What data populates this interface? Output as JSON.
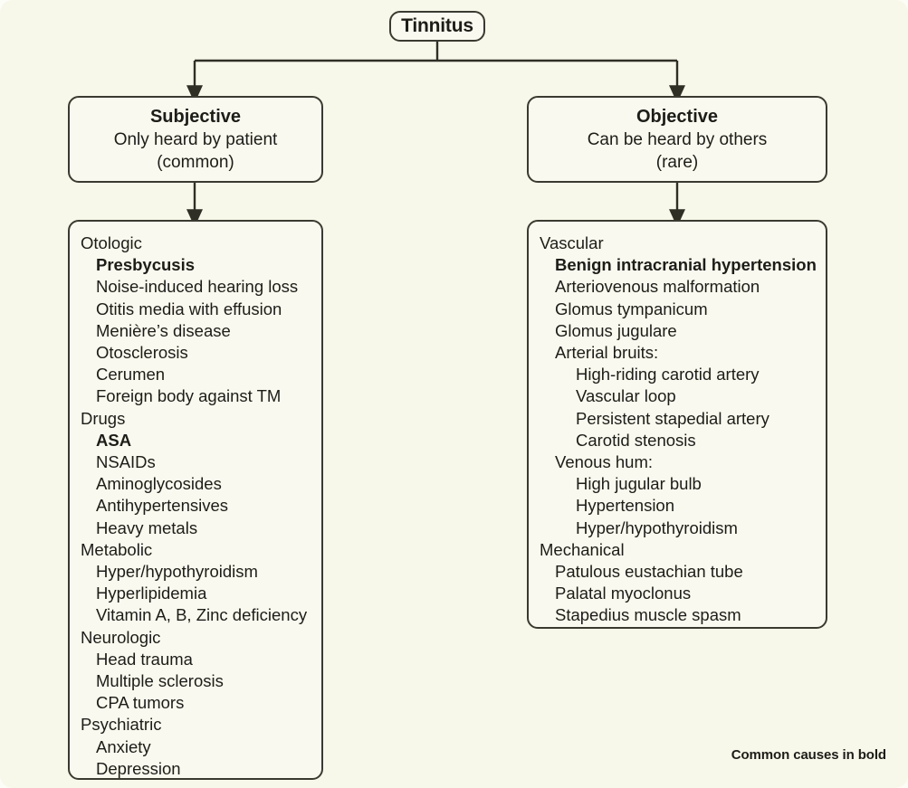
{
  "root": {
    "label": "Tinnitus"
  },
  "branches": [
    {
      "key": "subjective",
      "title": "Subjective",
      "line1": "Only heard by patient",
      "line2": "(common)"
    },
    {
      "key": "objective",
      "title": "Objective",
      "line1": "Can be heard by others",
      "line2": "(rare)"
    }
  ],
  "subjective_causes": [
    {
      "text": "Otologic",
      "level": 0,
      "bold": false
    },
    {
      "text": "Presbycusis",
      "level": 1,
      "bold": true
    },
    {
      "text": "Noise-induced hearing loss",
      "level": 1,
      "bold": false
    },
    {
      "text": "Otitis media with effusion",
      "level": 1,
      "bold": false
    },
    {
      "text": "Menière’s disease",
      "level": 1,
      "bold": false
    },
    {
      "text": "Otosclerosis",
      "level": 1,
      "bold": false
    },
    {
      "text": "Cerumen",
      "level": 1,
      "bold": false
    },
    {
      "text": "Foreign body against TM",
      "level": 1,
      "bold": false
    },
    {
      "text": "Drugs",
      "level": 0,
      "bold": false
    },
    {
      "text": "ASA",
      "level": 1,
      "bold": true
    },
    {
      "text": "NSAIDs",
      "level": 1,
      "bold": false
    },
    {
      "text": "Aminoglycosides",
      "level": 1,
      "bold": false
    },
    {
      "text": "Antihypertensives",
      "level": 1,
      "bold": false
    },
    {
      "text": "Heavy metals",
      "level": 1,
      "bold": false
    },
    {
      "text": "Metabolic",
      "level": 0,
      "bold": false
    },
    {
      "text": "Hyper/hypothyroidism",
      "level": 1,
      "bold": false
    },
    {
      "text": "Hyperlipidemia",
      "level": 1,
      "bold": false
    },
    {
      "text": "Vitamin A, B, Zinc deficiency",
      "level": 1,
      "bold": false
    },
    {
      "text": "Neurologic",
      "level": 0,
      "bold": false
    },
    {
      "text": "Head trauma",
      "level": 1,
      "bold": false
    },
    {
      "text": "Multiple sclerosis",
      "level": 1,
      "bold": false
    },
    {
      "text": "CPA tumors",
      "level": 1,
      "bold": false
    },
    {
      "text": "Psychiatric",
      "level": 0,
      "bold": false
    },
    {
      "text": "Anxiety",
      "level": 1,
      "bold": false
    },
    {
      "text": "Depression",
      "level": 1,
      "bold": false
    }
  ],
  "objective_causes": [
    {
      "text": "Vascular",
      "level": 0,
      "bold": false
    },
    {
      "text": "Benign intracranial hypertension",
      "level": 1,
      "bold": true
    },
    {
      "text": "Arteriovenous malformation",
      "level": 1,
      "bold": false
    },
    {
      "text": "Glomus tympanicum",
      "level": 1,
      "bold": false
    },
    {
      "text": "Glomus jugulare",
      "level": 1,
      "bold": false
    },
    {
      "text": "Arterial bruits:",
      "level": 1,
      "bold": false
    },
    {
      "text": "High-riding carotid artery",
      "level": 2,
      "bold": false
    },
    {
      "text": "Vascular loop",
      "level": 2,
      "bold": false
    },
    {
      "text": "Persistent stapedial artery",
      "level": 2,
      "bold": false
    },
    {
      "text": "Carotid stenosis",
      "level": 2,
      "bold": false
    },
    {
      "text": "Venous hum:",
      "level": 1,
      "bold": false
    },
    {
      "text": "High jugular bulb",
      "level": 2,
      "bold": false
    },
    {
      "text": "Hypertension",
      "level": 2,
      "bold": false
    },
    {
      "text": "Hyper/hypothyroidism",
      "level": 2,
      "bold": false
    },
    {
      "text": "Mechanical",
      "level": 0,
      "bold": false
    },
    {
      "text": "Patulous eustachian tube",
      "level": 1,
      "bold": false
    },
    {
      "text": "Palatal myoclonus",
      "level": 1,
      "bold": false
    },
    {
      "text": "Stapedius muscle spasm",
      "level": 1,
      "bold": false
    }
  ],
  "footnote": "Common causes in bold",
  "colors": {
    "background": "#f7f7ea",
    "box_fill": "#faf9ef",
    "stroke": "#3a3a30",
    "text": "#1d1d18"
  }
}
